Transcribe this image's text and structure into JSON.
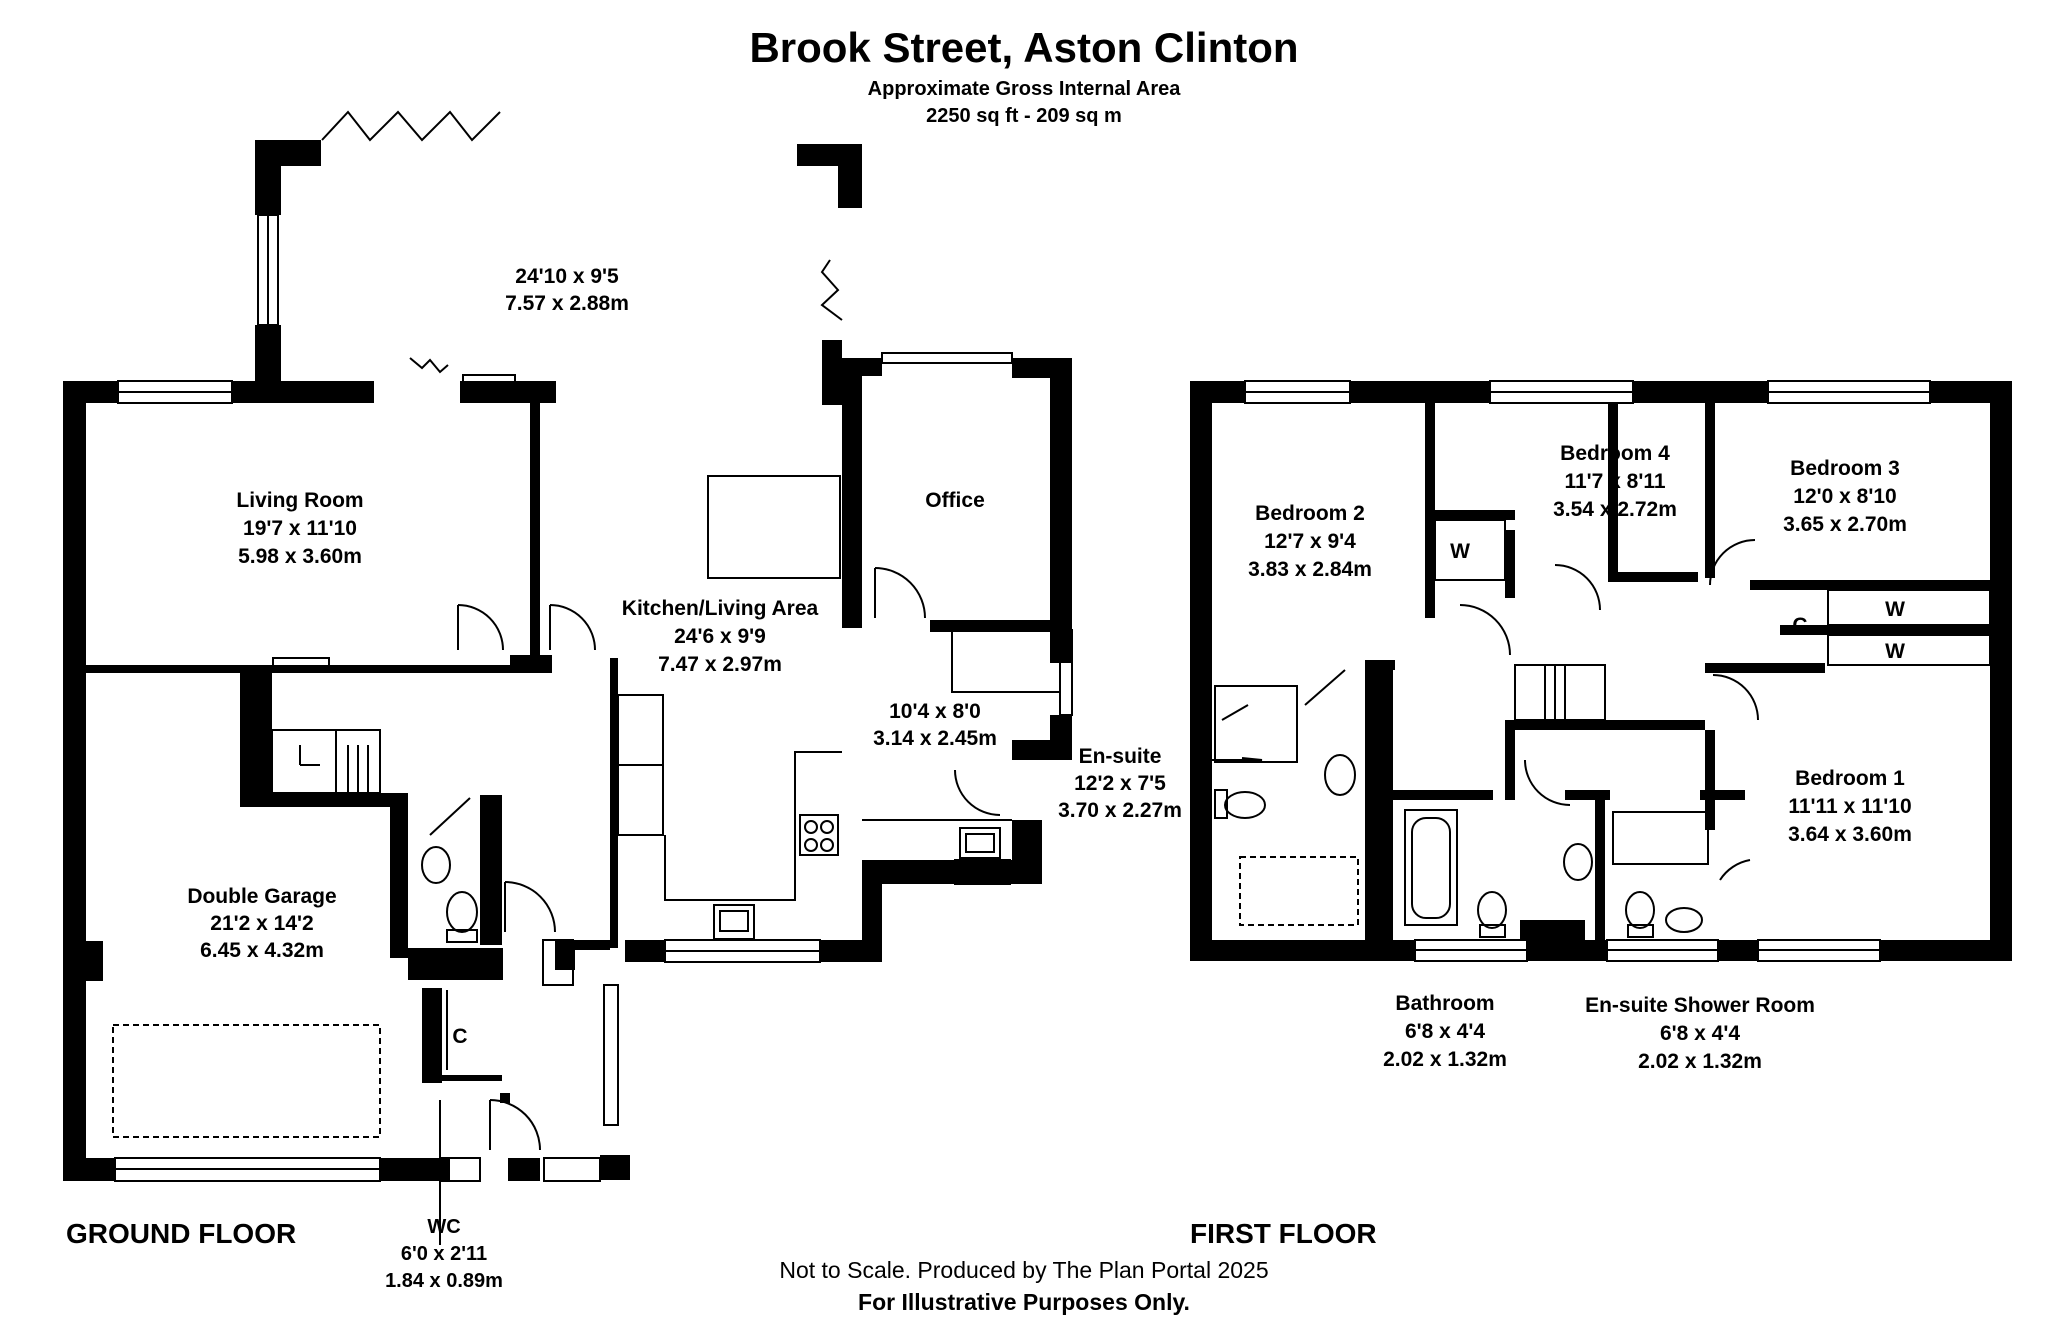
{
  "title": "Brook Street, Aston Clinton",
  "subtitle": "Approximate Gross Internal Area",
  "area": "2250 sq ft - 209 sq m",
  "floors": {
    "ground": "GROUND FLOOR",
    "first": "FIRST FLOOR"
  },
  "rooms": {
    "terrace": {
      "name": "",
      "imperial": "24'10 x 9'5",
      "metric": "7.57 x 2.88m"
    },
    "living": {
      "name": "Living Room",
      "imperial": "19'7 x 11'10",
      "metric": "5.98 x 3.60m"
    },
    "kitchen": {
      "name": "Kitchen/Living Area",
      "imperial": "24'6 x 9'9",
      "metric": "7.47 x 2.97m"
    },
    "office": {
      "name": "Office",
      "imperial": "",
      "metric": ""
    },
    "utility": {
      "name": "",
      "imperial": "10'4 x 8'0",
      "metric": "3.14 x 2.45m"
    },
    "garage": {
      "name": "Double Garage",
      "imperial": "21'2 x 14'2",
      "metric": "6.45 x 4.32m"
    },
    "wc": {
      "name": "WC",
      "imperial": "6'0 x 2'11",
      "metric": "1.84 x 0.89m"
    },
    "cupboard_ground": {
      "name": "C"
    },
    "bedroom2": {
      "name": "Bedroom 2",
      "imperial": "12'7 x 9'4",
      "metric": "3.83 x 2.84m"
    },
    "bedroom4": {
      "name": "Bedroom 4",
      "imperial": "11'7 x 8'11",
      "metric": "3.54 x 2.72m"
    },
    "bedroom3": {
      "name": "Bedroom 3",
      "imperial": "12'0 x 8'10",
      "metric": "3.65 x 2.70m"
    },
    "bedroom1": {
      "name": "Bedroom 1",
      "imperial": "11'11 x 11'10",
      "metric": "3.64 x 3.60m"
    },
    "ensuite": {
      "name": "En-suite",
      "imperial": "12'2 x 7'5",
      "metric": "3.70 x 2.27m"
    },
    "bathroom": {
      "name": "Bathroom",
      "imperial": "6'8 x 4'4",
      "metric": "2.02 x 1.32m"
    },
    "ensuite_shower": {
      "name": "En-suite Shower Room",
      "imperial": "6'8 x 4'4",
      "metric": "2.02 x 1.32m"
    },
    "wardrobe": "W",
    "cupboard_first": "C"
  },
  "footer": {
    "note": "Not to Scale. Produced by The Plan Portal 2025",
    "disclaimer": "For Illustrative Purposes Only."
  }
}
